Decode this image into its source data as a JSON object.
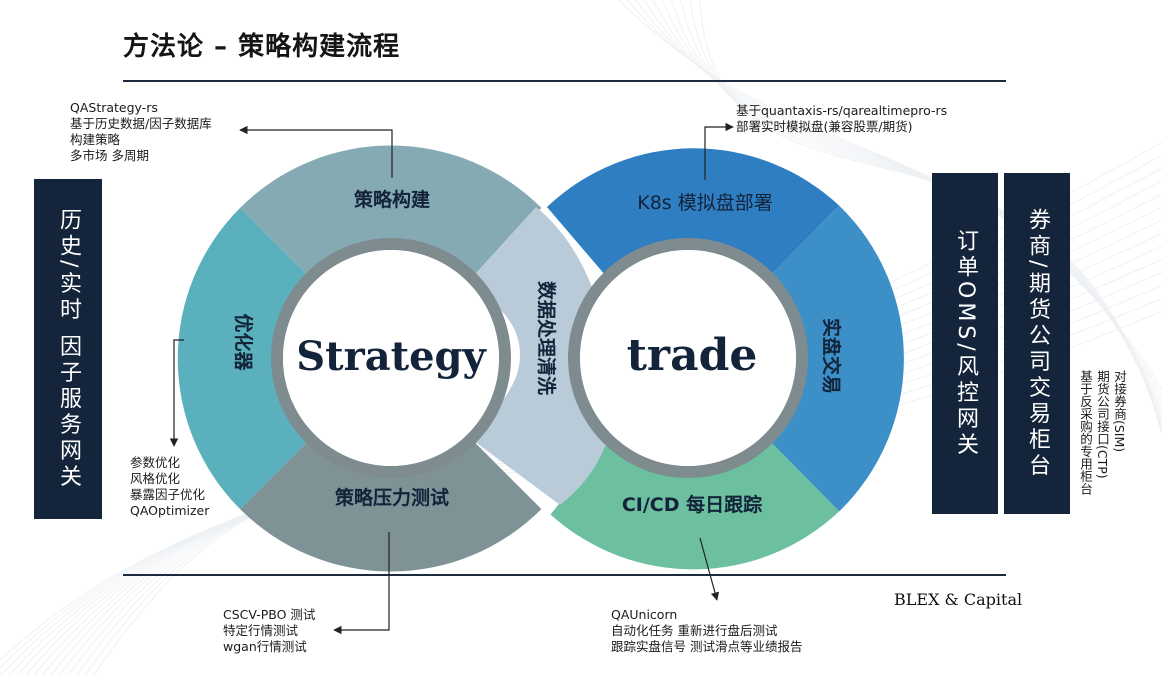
{
  "title": "方法论 – 策略构建流程",
  "left_box": "历史/实时 因子服务网关",
  "right_box_1": "订单OMS/风控网关",
  "right_box_2": "券商/期货公司交易柜台",
  "right_note": [
    "对接券商(SIM)",
    "期货公司接口(CTP)",
    "基于反采购的专用柜台"
  ],
  "center": {
    "left": "Strategy",
    "right": "trade"
  },
  "segments": {
    "strategy_build": "策略构建",
    "optimizer": "优化器",
    "stress_test": "策略压力测试",
    "data_processing": "数据处理清洗",
    "k8s_deploy": "K8s 模拟盘部署",
    "live_trade": "实盘交易",
    "cicd": "CI/CD 每日跟踪"
  },
  "notes": {
    "top_left": [
      "QAStrategy-rs",
      "基于历史数据/因子数据库",
      "构建策略",
      "多市场 多周期"
    ],
    "top_right": [
      "基于quantaxis-rs/qarealtimepro-rs",
      "部署实时模拟盘(兼容股票/期货)"
    ],
    "mid_left": [
      "参数优化",
      "风格优化",
      "暴露因子优化",
      "QAOptimizer"
    ],
    "bottom_left": [
      "CSCV-PBO 测试",
      "特定行情测试",
      "wgan行情测试"
    ],
    "bottom_right": [
      "QAUnicorn",
      "自动化任务 重新进行盘后测试",
      "跟踪实盘信号 测试滑点等业绩报告"
    ]
  },
  "brand": "BLEX & Capital",
  "colors": {
    "strategy_build": "#86aab4",
    "optimizer": "#5ab0bc",
    "stress_test": "#7f9296",
    "data_processing": "#b9cbd8",
    "k8s_deploy": "#2f7ec2",
    "live_trade": "#3d8fc7",
    "cicd": "#6cbf9f",
    "inner_ring": "#7e8c90",
    "dark": "#14243a"
  }
}
